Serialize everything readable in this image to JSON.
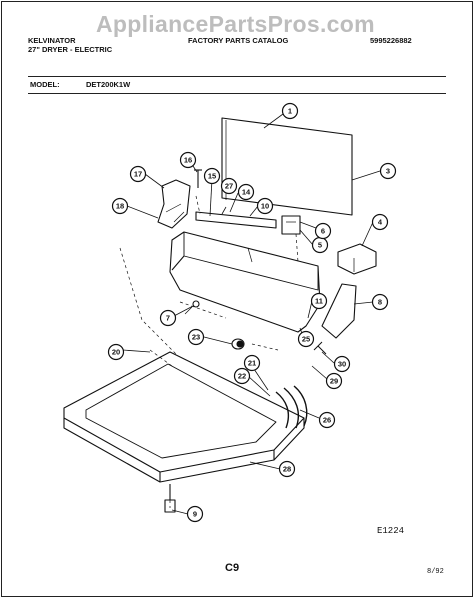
{
  "watermark": "AppliancePartsPros.com",
  "header": {
    "brand": "KELVINATOR",
    "product": "27\" DRYER - ELECTRIC",
    "catalog": "FACTORY PARTS CATALOG",
    "part_number": "5995226882"
  },
  "model": {
    "label": "MODEL:",
    "value": "DET200K1W"
  },
  "callouts": [
    "1",
    "3",
    "4",
    "5",
    "6",
    "7",
    "8",
    "9",
    "10",
    "11",
    "14",
    "15",
    "16",
    "17",
    "18",
    "20",
    "21",
    "22",
    "23",
    "25",
    "26",
    "27",
    "28",
    "29",
    "30"
  ],
  "footer": {
    "figure_code": "E1224",
    "page": "C9",
    "date": "8/92"
  }
}
